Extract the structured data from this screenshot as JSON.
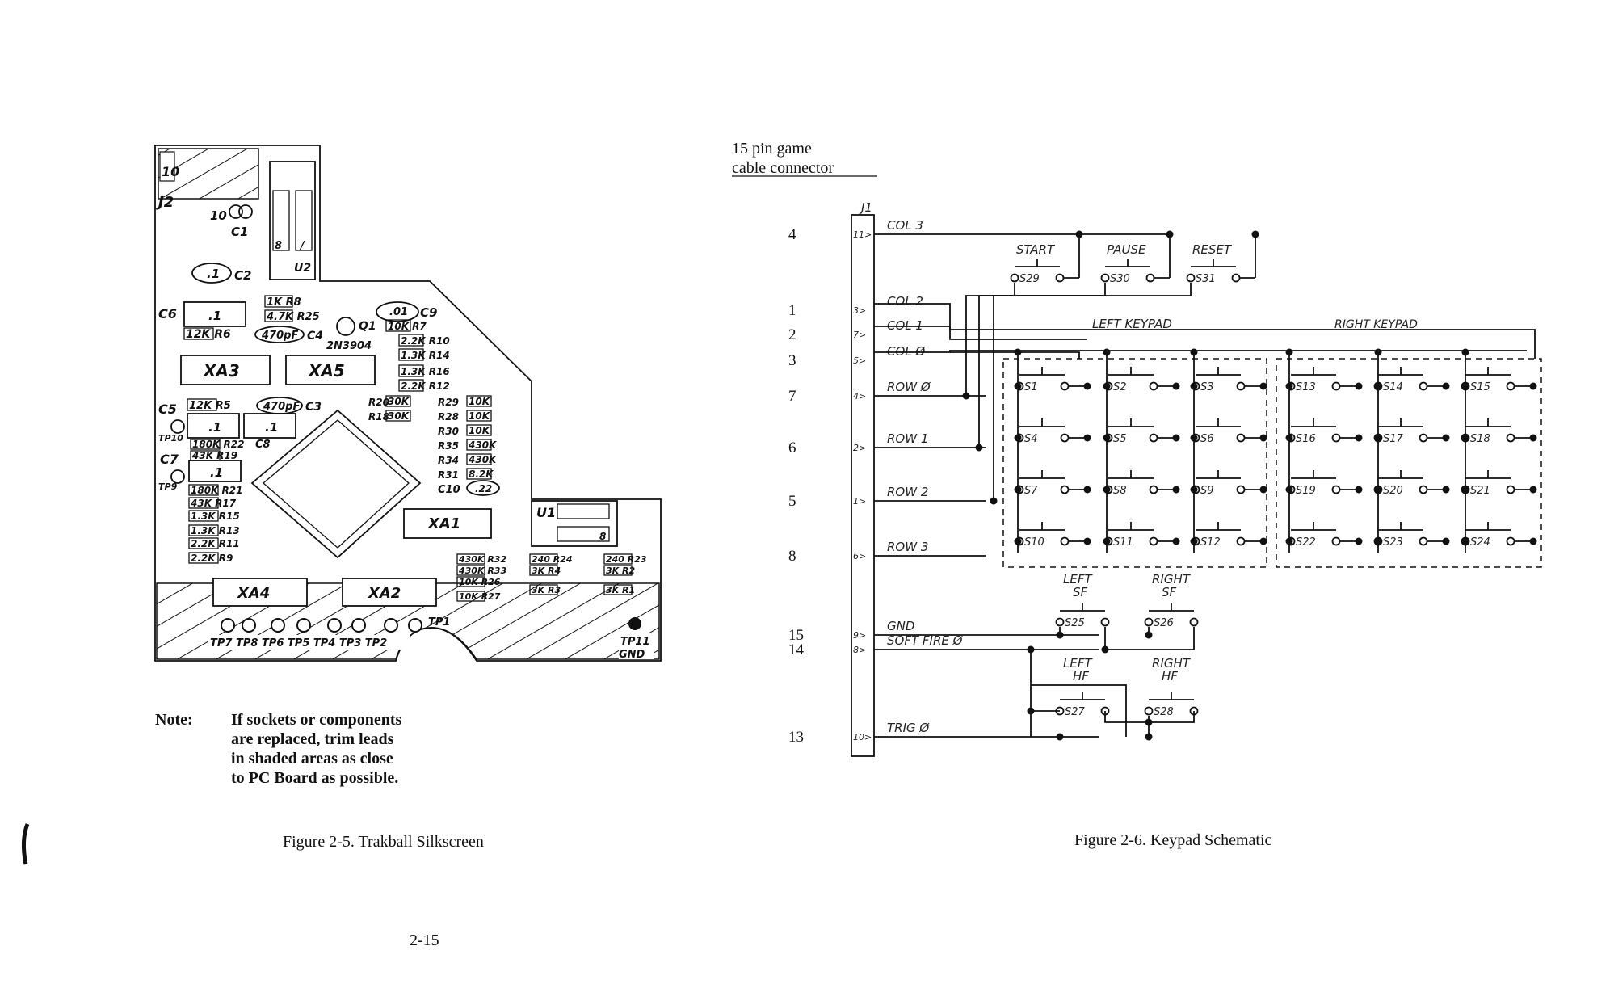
{
  "left_figure": {
    "caption": "Figure 2-5.  Trakball Silkscreen",
    "note_label": "Note:",
    "note_lines": [
      "If sockets or components",
      "are replaced, trim leads",
      "in shaded areas as close",
      "to PC Board as possible."
    ],
    "sockets": [
      "XA3",
      "XA5",
      "XA1",
      "XA4",
      "XA2"
    ],
    "chips": [
      "U1",
      "U2"
    ],
    "connector": "J2",
    "caps": [
      "C1",
      "C2",
      "C3",
      "C4",
      "C5",
      "C6",
      "C7",
      "C8",
      "C9",
      "C10"
    ],
    "transistor": [
      "Q1",
      "2N3904"
    ],
    "test_points": [
      "TP1",
      "TP2",
      "TP3",
      "TP4",
      "TP5",
      "TP6",
      "TP7",
      "TP8",
      "TP9",
      "TP10",
      "TP11",
      "GND"
    ],
    "values": [
      ".1",
      ".01",
      "470pF",
      "10",
      ".22",
      "1K",
      "4.7K",
      "12K",
      "180K",
      "43K",
      "1.3K",
      "2.2K",
      "30K",
      "10K",
      "430K",
      "3K",
      "240",
      "8.2K"
    ]
  },
  "right_figure": {
    "caption": "Figure 2-6.  Keypad Schematic",
    "header_line1": "15 pin     game",
    "header_line2": "cable     connector",
    "connector_label": "J1",
    "signals": [
      {
        "pin": "4",
        "jpin": "11",
        "name": "COL 3"
      },
      {
        "pin": "1",
        "jpin": "3",
        "name": "COL 2"
      },
      {
        "pin": "2",
        "jpin": "7",
        "name": "COL 1"
      },
      {
        "pin": "3",
        "jpin": "5",
        "name": "COL Ø"
      },
      {
        "pin": "7",
        "jpin": "4",
        "name": "ROW Ø"
      },
      {
        "pin": "6",
        "jpin": "2",
        "name": "ROW 1"
      },
      {
        "pin": "5",
        "jpin": "1",
        "name": "ROW 2"
      },
      {
        "pin": "8",
        "jpin": "6",
        "name": "ROW 3"
      },
      {
        "pin": "15",
        "jpin": "9",
        "name": "GND"
      },
      {
        "pin": "14",
        "jpin": "8",
        "name": "SOFT FIRE Ø"
      },
      {
        "pin": "13",
        "jpin": "10",
        "name": "TRIG Ø"
      }
    ],
    "top_switches": [
      {
        "label": "START",
        "id": "S29"
      },
      {
        "label": "PAUSE",
        "id": "S30"
      },
      {
        "label": "RESET",
        "id": "S31"
      }
    ],
    "left_keypad_label": "LEFT KEYPAD",
    "right_keypad_label": "RIGHT KEYPAD",
    "left_keypad": [
      "S1",
      "S2",
      "S3",
      "S4",
      "S5",
      "S6",
      "S7",
      "S8",
      "S9",
      "S10",
      "S11",
      "S12"
    ],
    "right_keypad": [
      "S13",
      "S14",
      "S15",
      "S16",
      "S17",
      "S18",
      "S19",
      "S20",
      "S21",
      "S22",
      "S23",
      "S24"
    ],
    "sf_switches": [
      {
        "label1": "LEFT",
        "label2": "SF",
        "id": "S25"
      },
      {
        "label1": "RIGHT",
        "label2": "SF",
        "id": "S26"
      }
    ],
    "hf_switches": [
      {
        "label1": "LEFT",
        "label2": "HF",
        "id": "S27"
      },
      {
        "label1": "RIGHT",
        "label2": "HF",
        "id": "S28"
      }
    ]
  },
  "page_number": "2-15"
}
